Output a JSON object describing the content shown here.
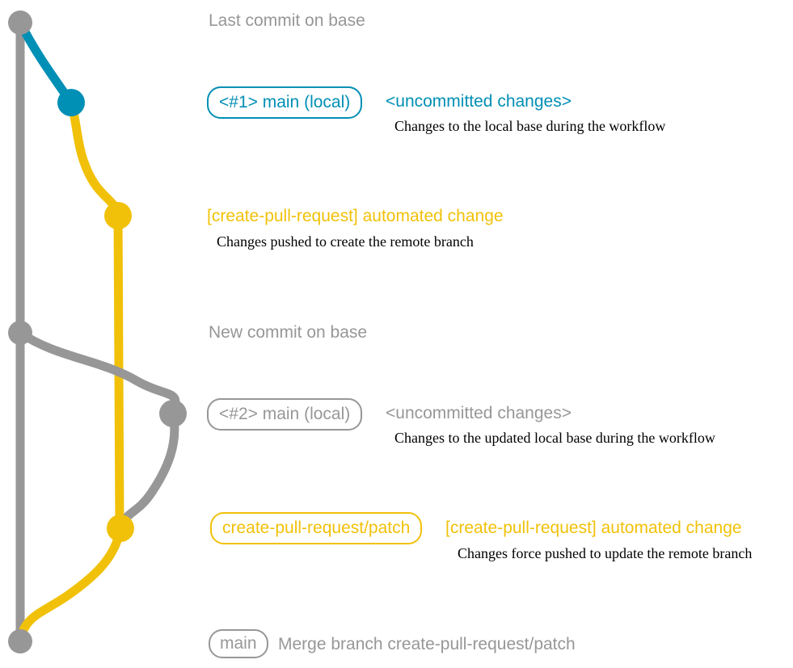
{
  "colors": {
    "gray": "#979797",
    "blue": "#008fb5",
    "yellow": "#f1c109"
  },
  "graph": {
    "type": "git-graph",
    "branches": [
      {
        "name": "base",
        "color": "gray"
      },
      {
        "name": "main (local)",
        "color": "blue-then-gray"
      },
      {
        "name": "create-pull-request/patch",
        "color": "yellow"
      }
    ],
    "commits": [
      {
        "id": "last-commit-on-base",
        "branch": "base",
        "color": "gray"
      },
      {
        "id": "uncommitted-changes-1",
        "branch": "main-local",
        "color": "blue"
      },
      {
        "id": "automated-change-1",
        "branch": "create-pull-request-patch",
        "color": "yellow"
      },
      {
        "id": "new-commit-on-base",
        "branch": "base",
        "color": "gray"
      },
      {
        "id": "uncommitted-changes-2",
        "branch": "main-local",
        "color": "gray"
      },
      {
        "id": "automated-change-2",
        "branch": "create-pull-request-patch",
        "color": "yellow"
      },
      {
        "id": "merge-commit",
        "branch": "base",
        "color": "gray"
      }
    ]
  },
  "rows": [
    {
      "message": "Last commit on base"
    },
    {
      "branch_label": "<#1> main (local)",
      "message": "<uncommitted changes>",
      "caption": "Changes to the local base during the workflow"
    },
    {
      "message": "[create-pull-request] automated change",
      "caption": "Changes pushed to create the remote branch"
    },
    {
      "message": "New commit on base"
    },
    {
      "branch_label": "<#2> main (local)",
      "message": "<uncommitted changes>",
      "caption": "Changes to the updated local base during the workflow"
    },
    {
      "branch_label": "create-pull-request/patch",
      "message": "[create-pull-request] automated change",
      "caption": "Changes force pushed to update the remote branch"
    },
    {
      "branch_label": "main",
      "message": "Merge branch create-pull-request/patch"
    }
  ]
}
